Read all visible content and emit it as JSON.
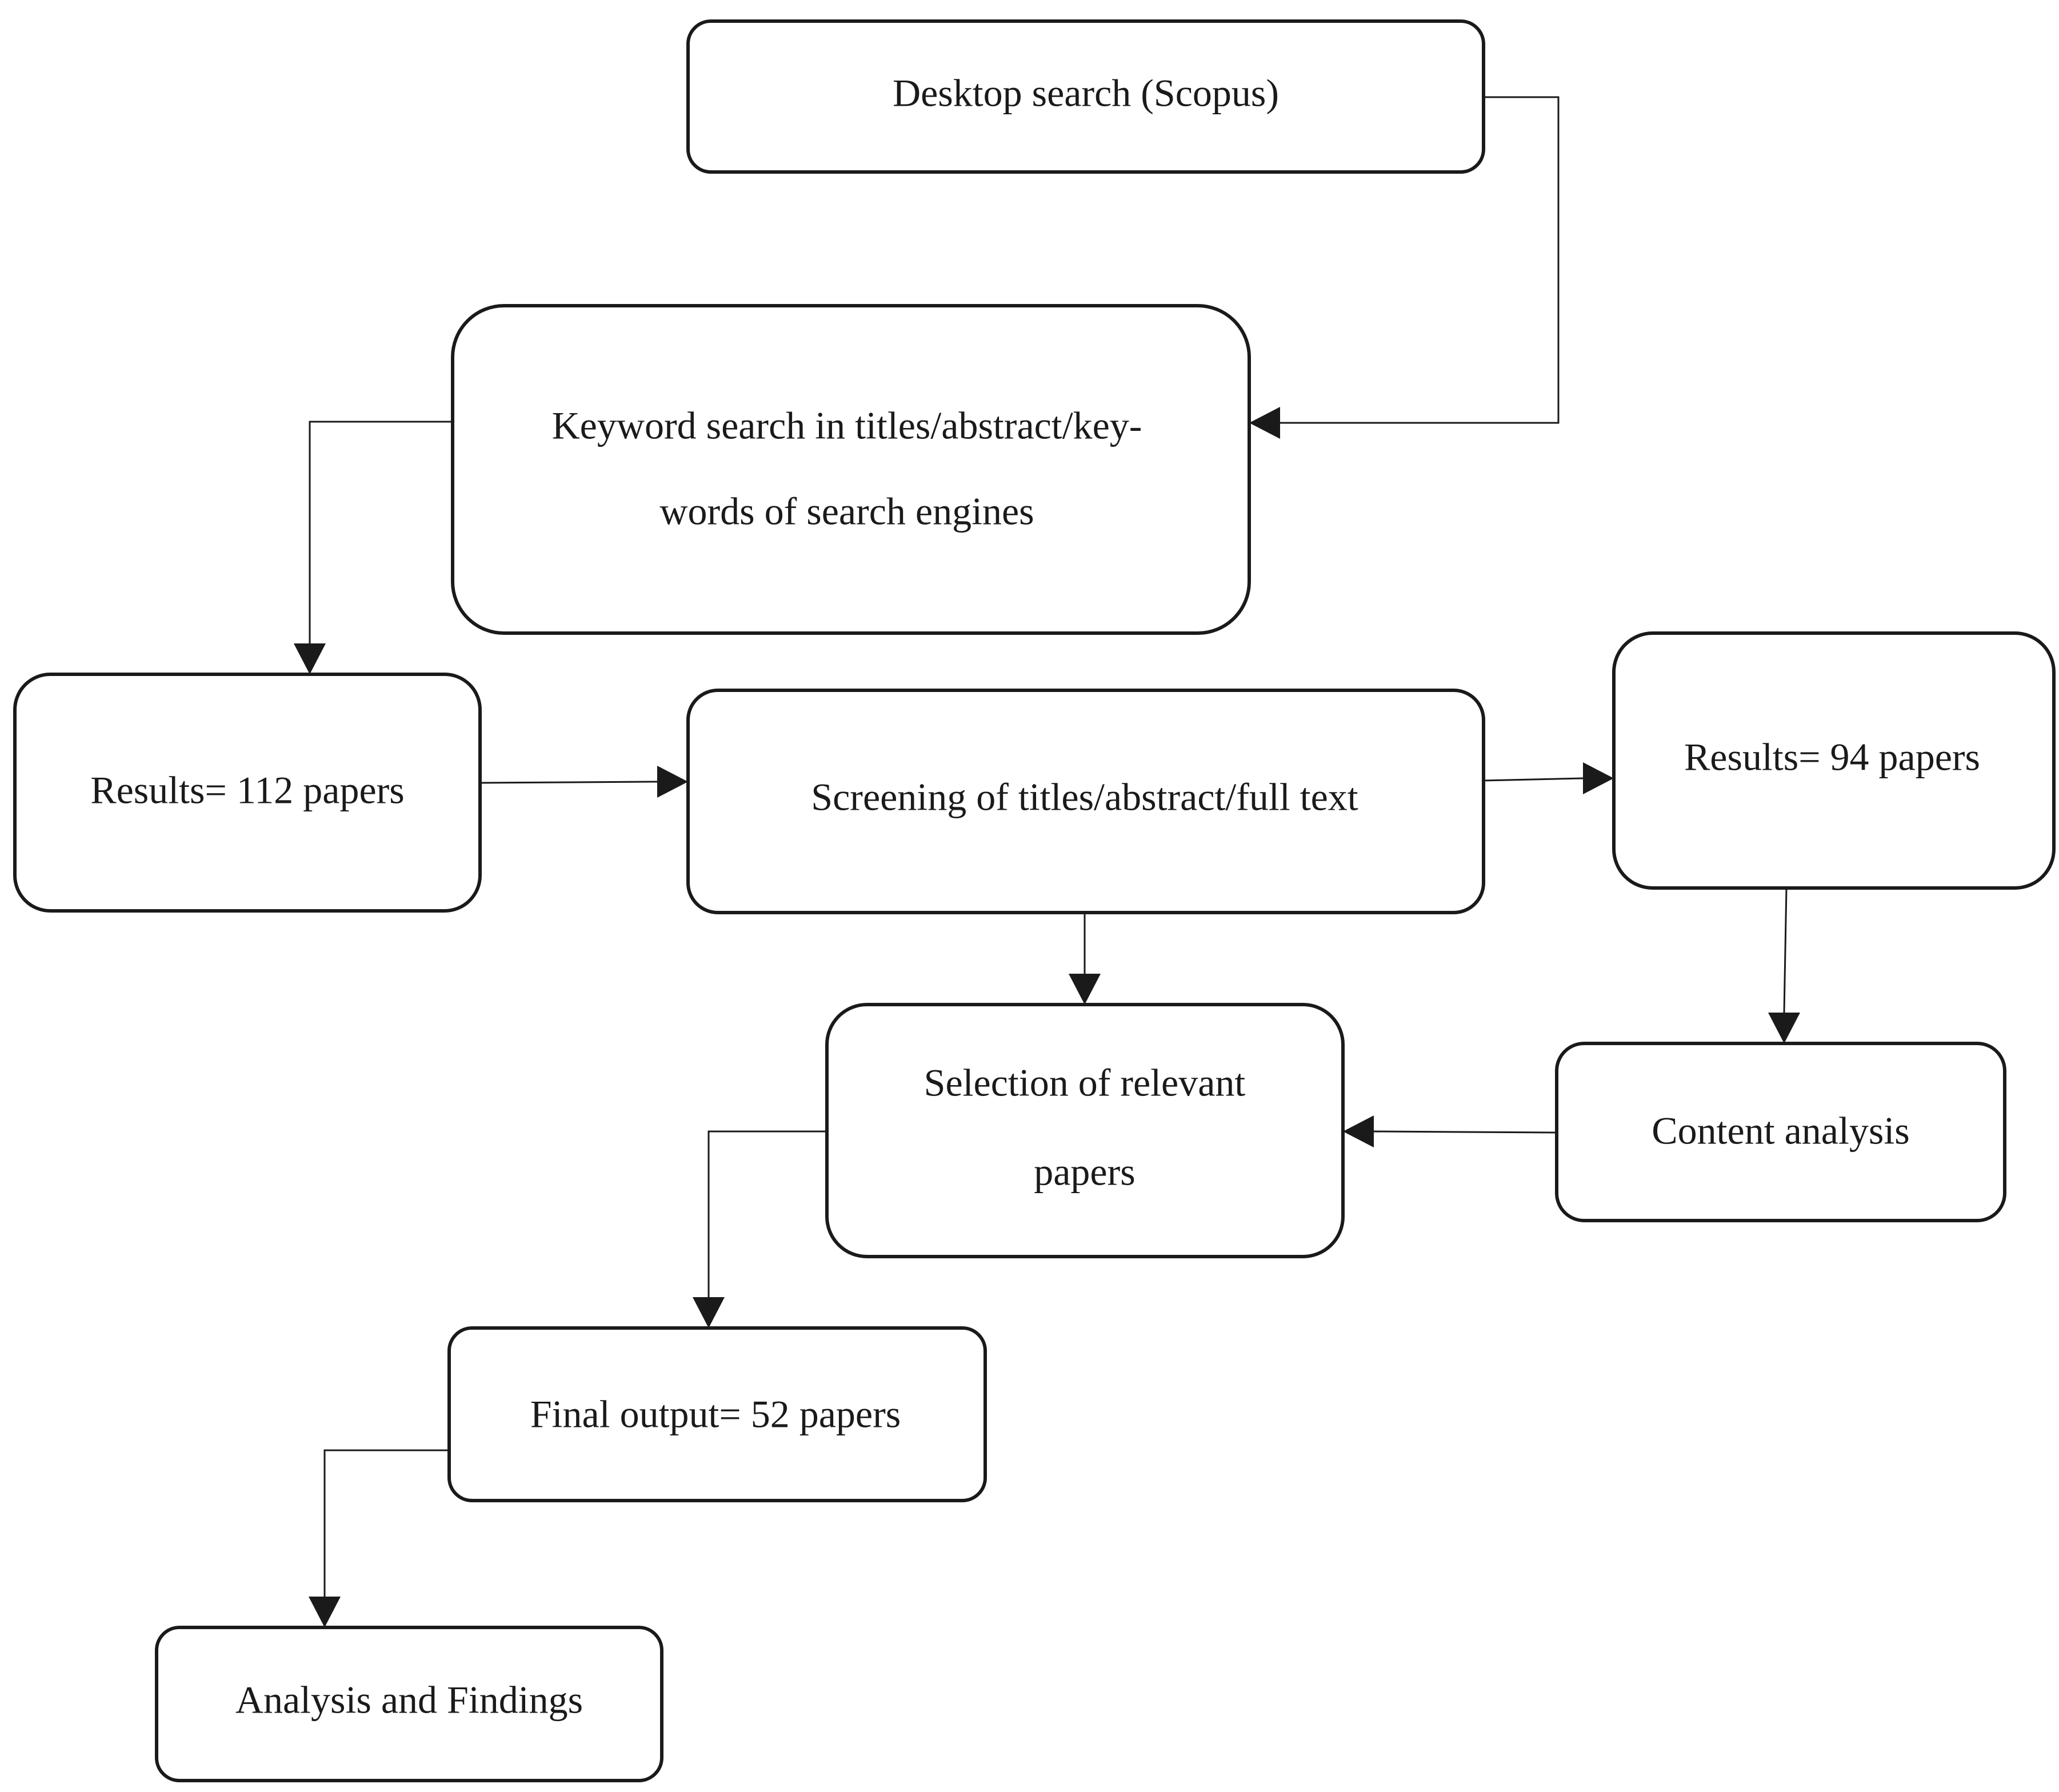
{
  "diagram": {
    "nodes": {
      "desktop_search": {
        "lines": [
          "Desktop search (Scopus)"
        ]
      },
      "keyword_search": {
        "lines": [
          "Keyword search in titles/abstract/key-",
          "words of search engines"
        ]
      },
      "results_112": {
        "lines": [
          "Results= 112 papers"
        ]
      },
      "screening": {
        "lines": [
          "Screening of titles/abstract/full text"
        ]
      },
      "results_94": {
        "lines": [
          "Results= 94 papers"
        ]
      },
      "selection": {
        "lines": [
          "Selection of relevant",
          "papers"
        ]
      },
      "content_analysis": {
        "lines": [
          "Content analysis"
        ]
      },
      "final_output": {
        "lines": [
          "Final output= 52 papers"
        ]
      },
      "analysis_findings": {
        "lines": [
          "Analysis and Findings"
        ]
      }
    },
    "edges": [
      {
        "from": "desktop_search",
        "to": "keyword_search"
      },
      {
        "from": "keyword_search",
        "to": "results_112"
      },
      {
        "from": "results_112",
        "to": "screening"
      },
      {
        "from": "screening",
        "to": "results_94"
      },
      {
        "from": "screening",
        "to": "selection"
      },
      {
        "from": "results_94",
        "to": "content_analysis"
      },
      {
        "from": "content_analysis",
        "to": "selection"
      },
      {
        "from": "selection",
        "to": "final_output"
      },
      {
        "from": "final_output",
        "to": "analysis_findings"
      }
    ]
  }
}
